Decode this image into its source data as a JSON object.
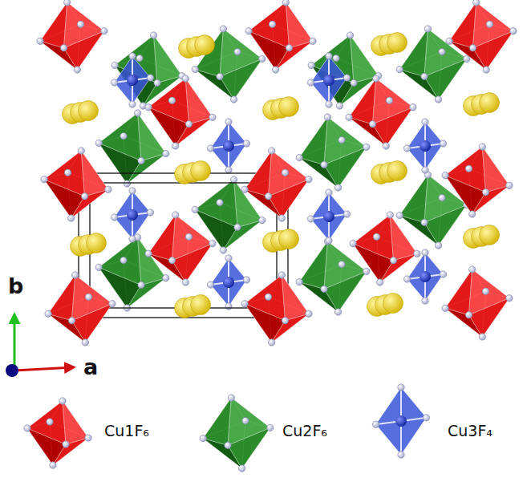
{
  "diagram": {
    "labels": [
      "b",
      "a"
    ],
    "legend": [
      {
        "text": "Cu1F₆"
      },
      {
        "text": "Cu2F₆"
      },
      {
        "text": "Cu3F₄"
      }
    ]
  }
}
